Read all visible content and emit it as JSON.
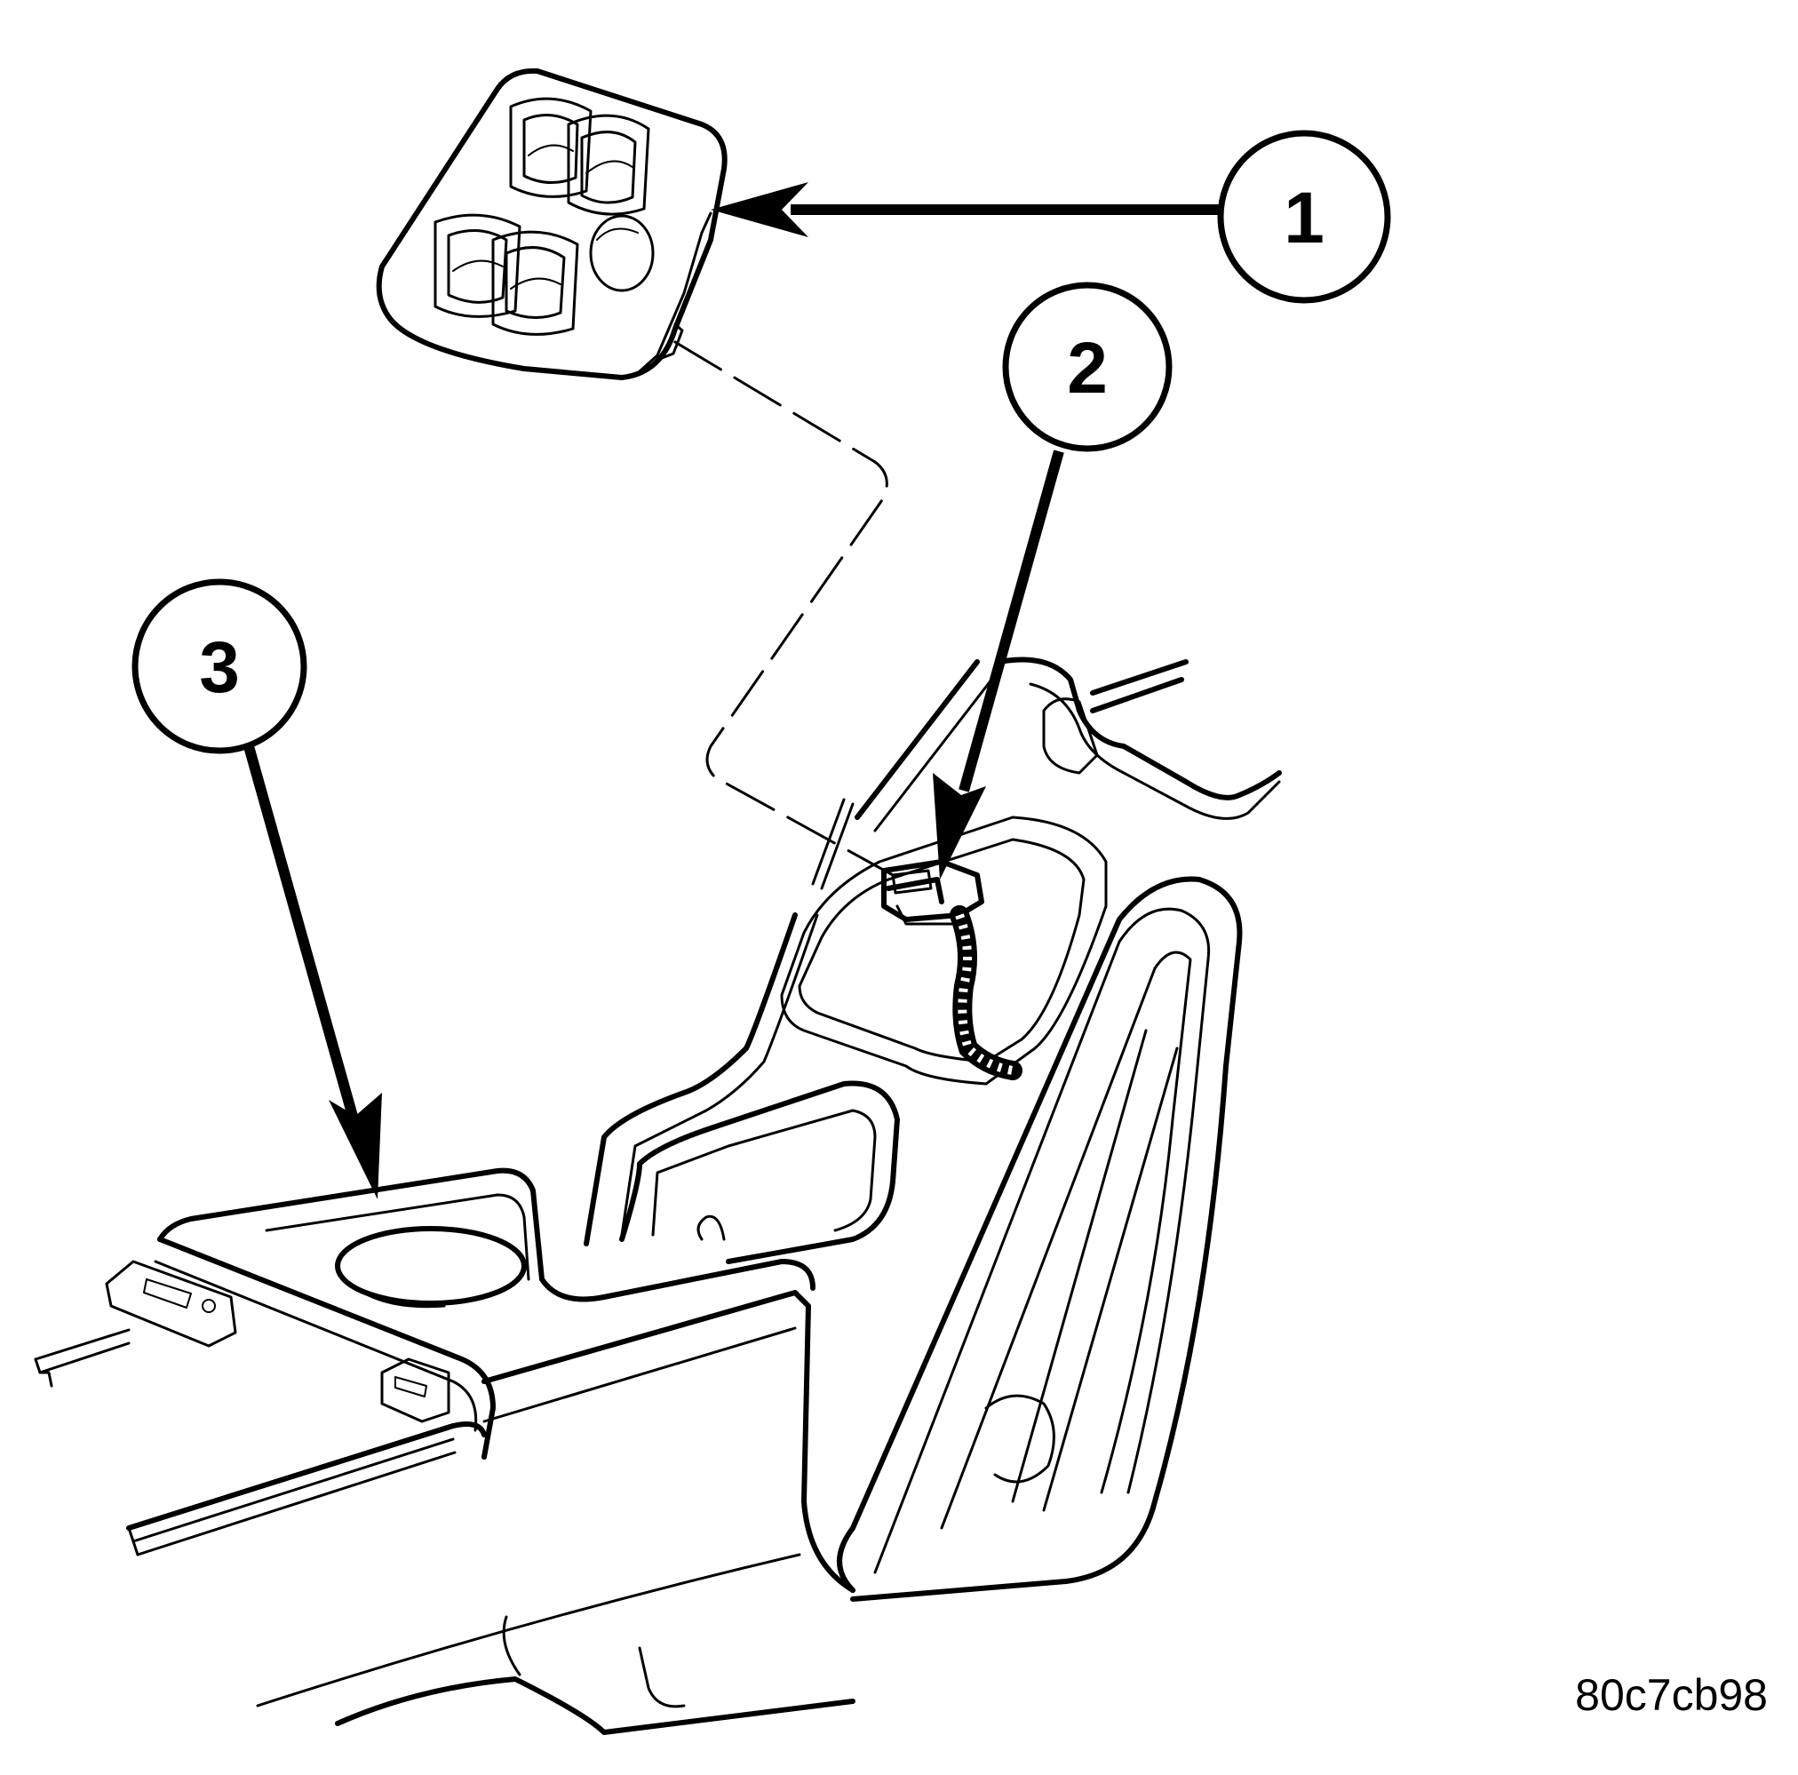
{
  "callouts": [
    {
      "id": "1",
      "label": "1"
    },
    {
      "id": "2",
      "label": "2"
    },
    {
      "id": "3",
      "label": "3"
    }
  ],
  "figure_code": "80c7cb98",
  "colors": {
    "line": "#000000",
    "background": "#ffffff"
  }
}
